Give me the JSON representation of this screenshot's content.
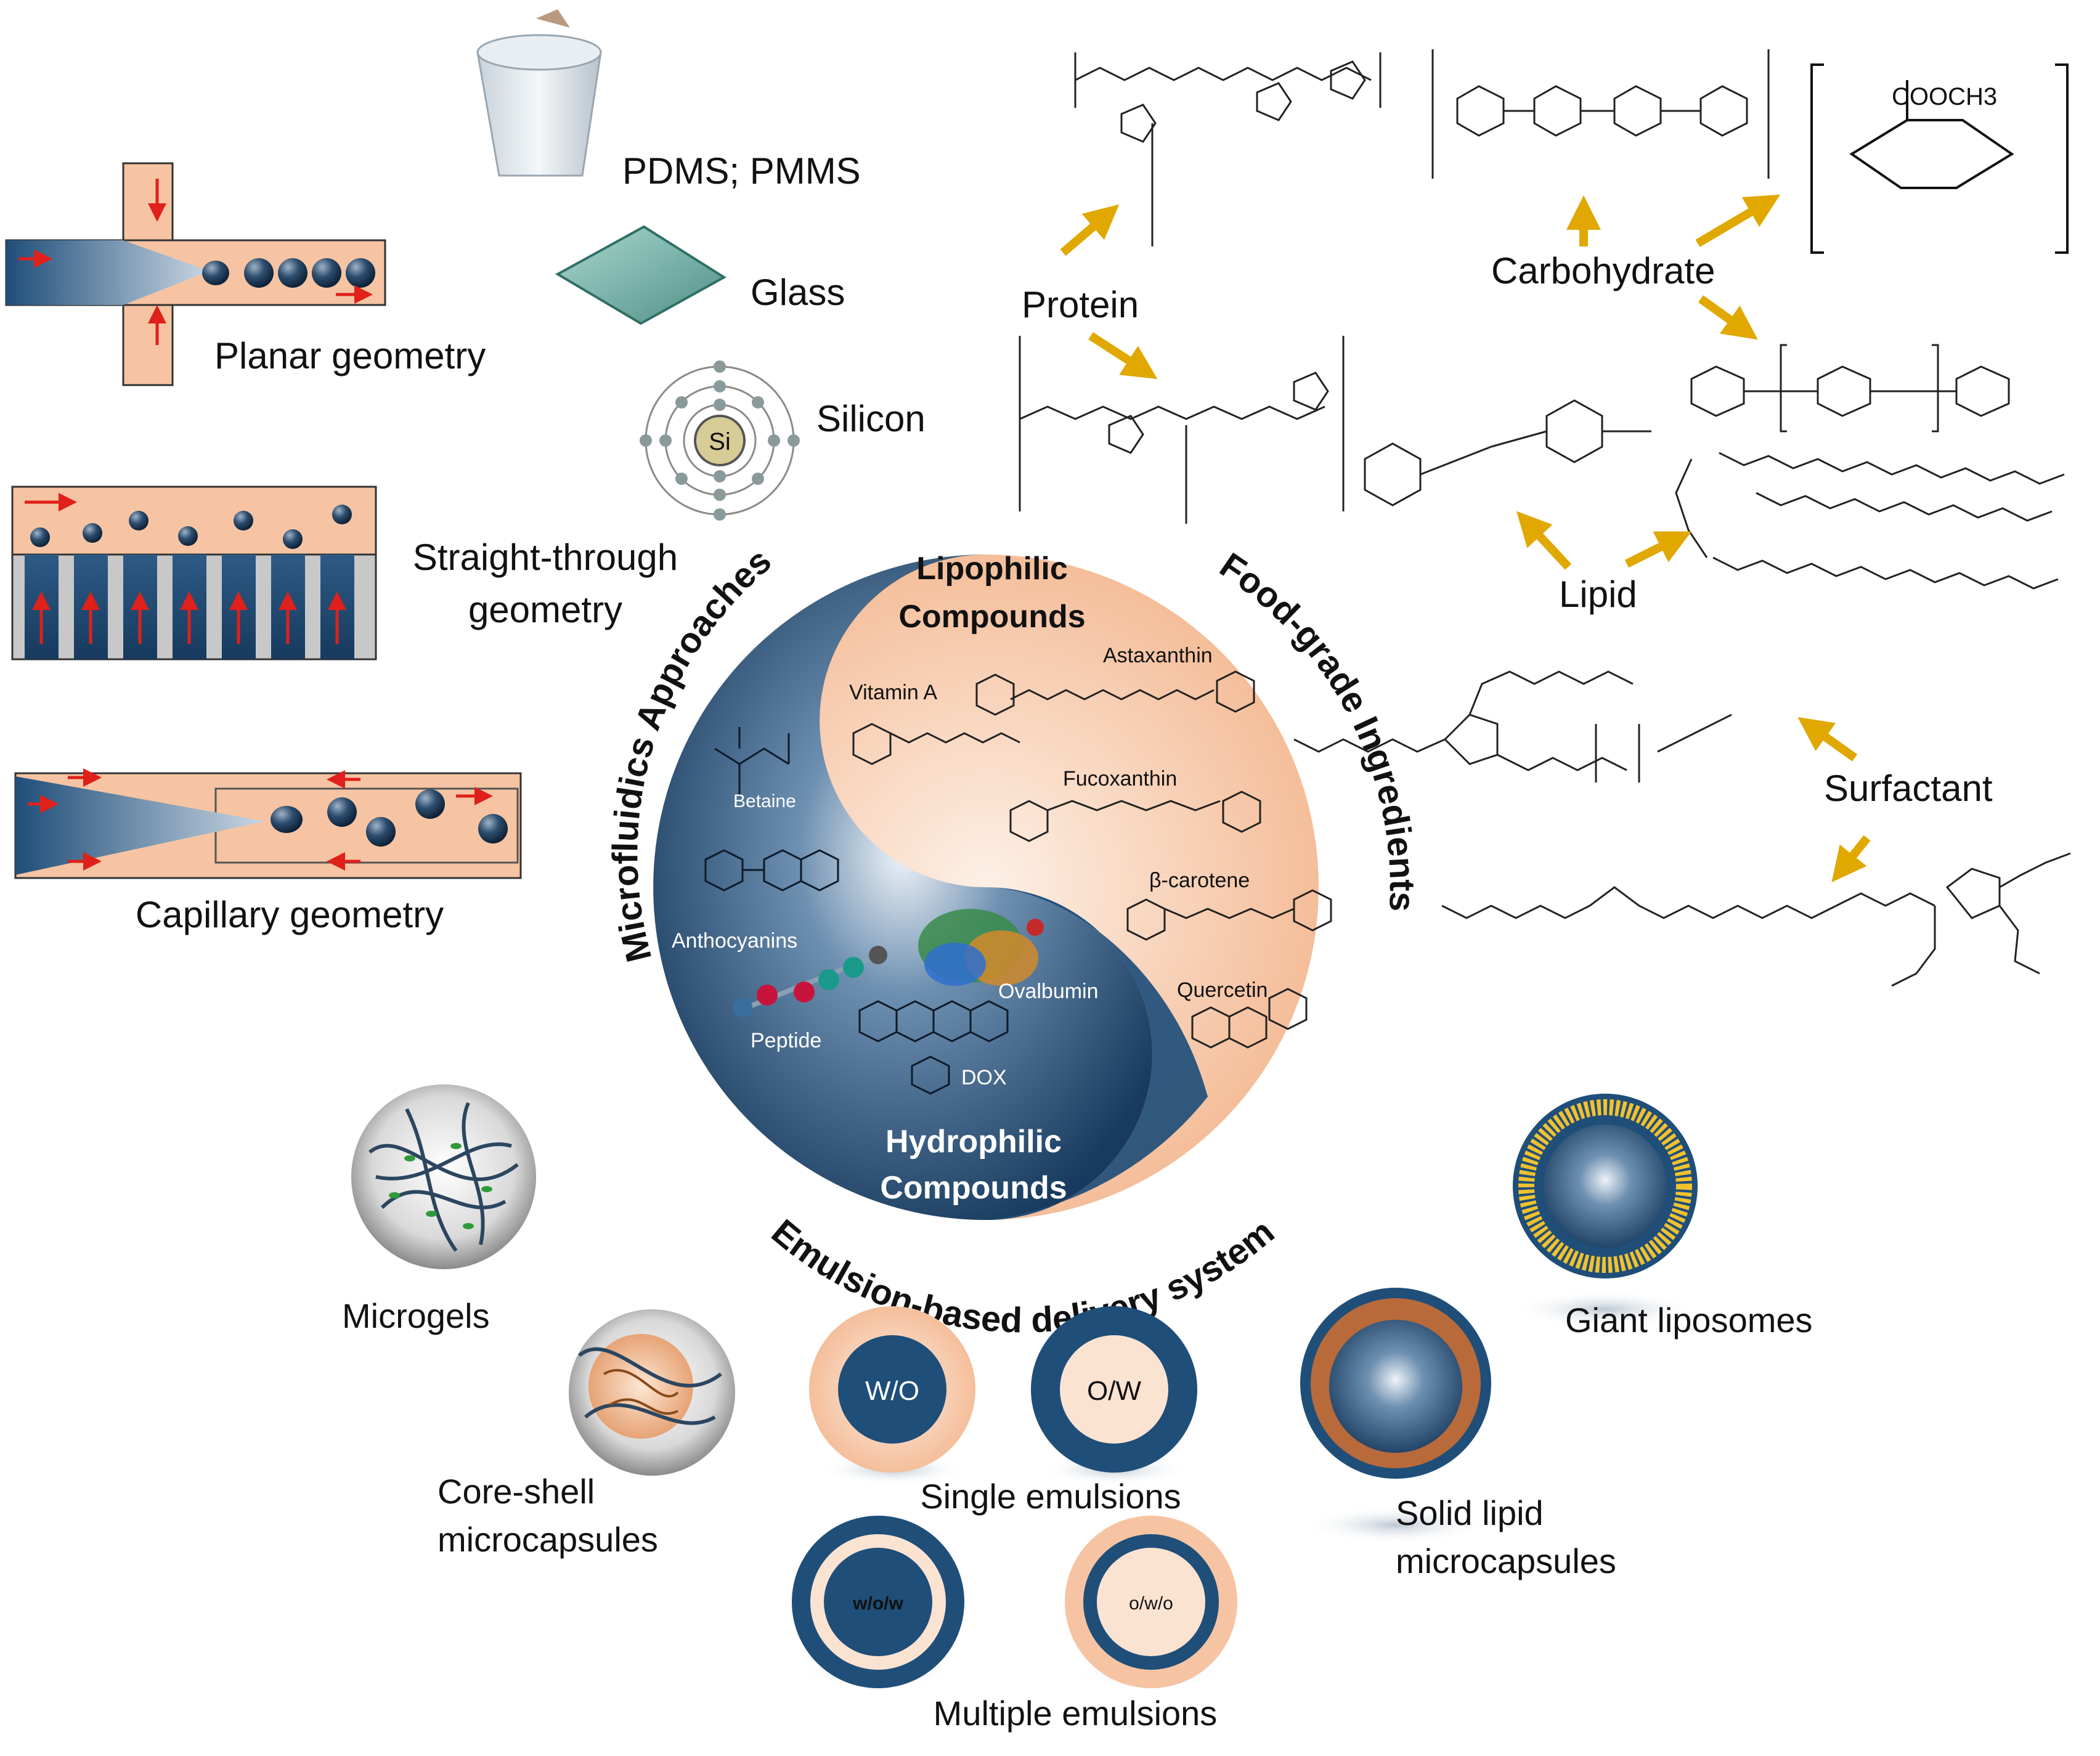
{
  "colors": {
    "navy": "#1f4e79",
    "navy_dark": "#173a5e",
    "peach": "#f6c4a3",
    "peach_light": "#fbe3d2",
    "arrow_gold": "#e0a800",
    "flow_red": "#e0201a",
    "lipid_gold": "#f2c12e",
    "brown": "#a0522d"
  },
  "center": {
    "lipophilic": [
      "Lipophilic",
      "Compounds"
    ],
    "hydrophilic": [
      "Hydrophilic",
      "Compounds"
    ],
    "arc_left": "Microfluidics Approaches",
    "arc_right": "Food-grade Ingredients",
    "arc_bottom": "Emulsion-based delivery system",
    "compounds_lipo": [
      "Astaxanthin",
      "Vitamin A",
      "Fucoxanthin",
      "β-carotene",
      "Quercetin"
    ],
    "compounds_hydro": [
      "Betaine",
      "Anthocyanins",
      "Ovalbumin",
      "Peptide",
      "DOX"
    ]
  },
  "geometries": {
    "planar": "Planar geometry",
    "straight": [
      "Straight-through",
      "geometry"
    ],
    "capillary": "Capillary geometry"
  },
  "materials": {
    "pdms": "PDMS; PMMS",
    "glass": "Glass",
    "silicon": "Silicon",
    "si_symbol": "Si"
  },
  "ingredients": {
    "protein": "Protein",
    "carbohydrate": "Carbohydrate",
    "lipid": "Lipid",
    "surfactant": "Surfactant",
    "cooch3": "COOCH3"
  },
  "systems": {
    "microgels": "Microgels",
    "core_shell": [
      "Core-shell",
      "microcapsules"
    ],
    "single": "Single emulsions",
    "multiple": "Multiple emulsions",
    "solid_lipid": [
      "Solid lipid",
      "microcapsules"
    ],
    "liposomes": "Giant liposomes",
    "wo": "W/O",
    "ow": "O/W",
    "wow": "w/o/w",
    "owo": "o/w/o"
  }
}
